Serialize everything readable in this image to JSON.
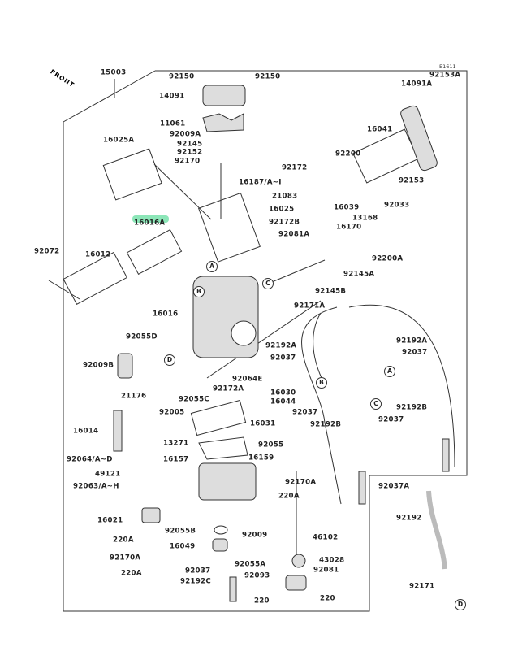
{
  "diagram_code": "E1611",
  "front_marker": "FRONT",
  "labels": [
    "15003",
    "92150",
    "92150",
    "92153A",
    "14091",
    "14091A",
    "11061",
    "92009A",
    "92145",
    "92152",
    "92170",
    "16025A",
    "16041",
    "92200",
    "92172",
    "92153",
    "16187/A~I",
    "21083",
    "16025",
    "16039",
    "92033",
    "13168",
    "92172B",
    "16170",
    "92081A",
    "16016A",
    "92200A",
    "92145A",
    "92145B",
    "92072",
    "16012",
    "16016",
    "92055D",
    "92171A",
    "92192A",
    "92192A",
    "92037",
    "92037",
    "92009B",
    "92064E",
    "92172A",
    "16030",
    "16044",
    "92055C",
    "21176",
    "92005",
    "92037",
    "92192B",
    "92192B",
    "92037",
    "16031",
    "16014",
    "13271",
    "92055",
    "92064/A~D",
    "16157",
    "16159",
    "49121",
    "92170A",
    "92063/A~H",
    "220A",
    "16021",
    "92009",
    "92055B",
    "46102",
    "220A",
    "16049",
    "92170A",
    "43028",
    "92055A",
    "220A",
    "92037",
    "92081",
    "92093",
    "92192C",
    "220",
    "220",
    "92037A",
    "92192",
    "92171"
  ],
  "refs": [
    "A",
    "B",
    "C",
    "A",
    "B",
    "C",
    "D",
    "D"
  ],
  "colors": {
    "line": "#333333",
    "highlight": "#7fe3b0",
    "part": "#bbbbbb"
  }
}
